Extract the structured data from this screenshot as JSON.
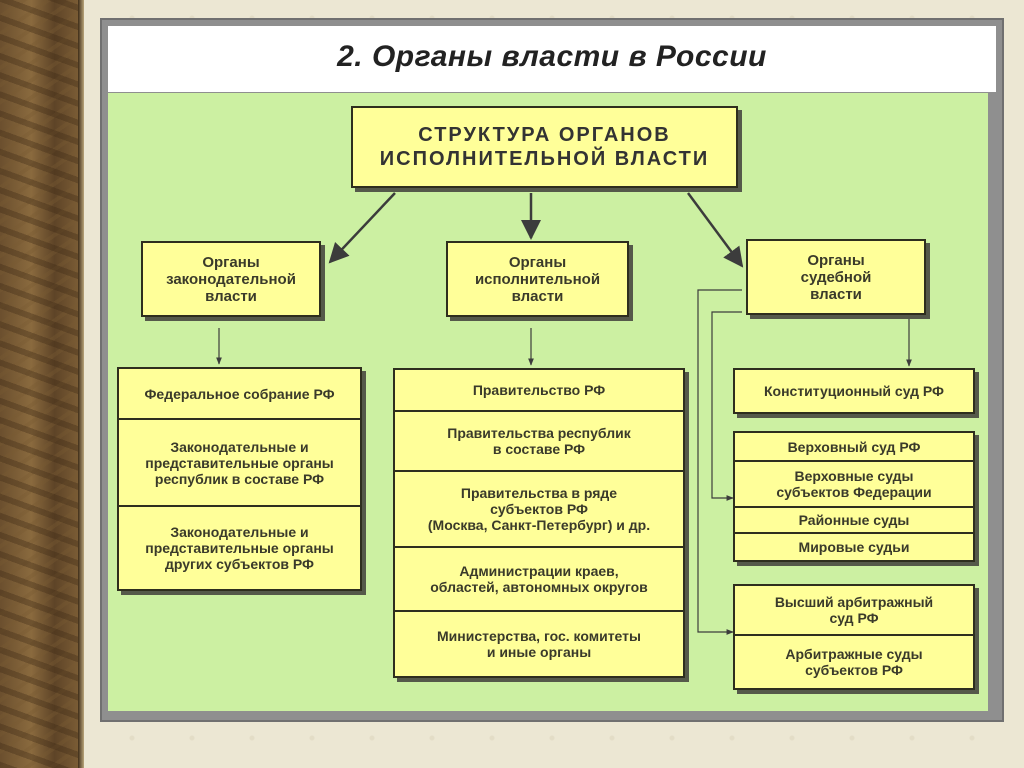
{
  "slide": {
    "title": "2. Органы власти в России"
  },
  "diagram": {
    "root": "СТРУКТУРА ОРГАНОВ\nИСПОЛНИТЕЛЬНОЙ ВЛАСТИ",
    "branches": [
      {
        "label": "Органы\nзаконодательной\nвласти",
        "items": [
          "Федеральное собрание РФ",
          "Законодательные и\nпредставительные органы\nреспублик в составе РФ",
          "Законодательные и\nпредставительные органы\nдругих субъектов РФ"
        ]
      },
      {
        "label": "Органы\nисполнительной\nвласти",
        "items": [
          "Правительство РФ",
          "Правительства республик\nв составе РФ",
          "Правительства в ряде\nсубъектов РФ\n(Москва, Санкт-Петербург) и др.",
          "Администрации краев,\nобластей, автономных округов",
          "Министерства, гос. комитеты\nи иные органы"
        ]
      },
      {
        "label": "Органы\nсудебной\nвласти",
        "constitutional": "Конституционный суд РФ",
        "general_courts": [
          "Верховный суд РФ",
          "Верховные суды\nсубъектов Федерации",
          "Районные суды",
          "Мировые судьи"
        ],
        "arbitration_courts": [
          "Высший арбитражный\nсуд РФ",
          "Арбитражные суды\nсубъектов РФ"
        ]
      }
    ]
  },
  "colors": {
    "box_fill": "#ffff99",
    "diagram_background": "#ccf0a2",
    "border": "#2e2e1e"
  }
}
